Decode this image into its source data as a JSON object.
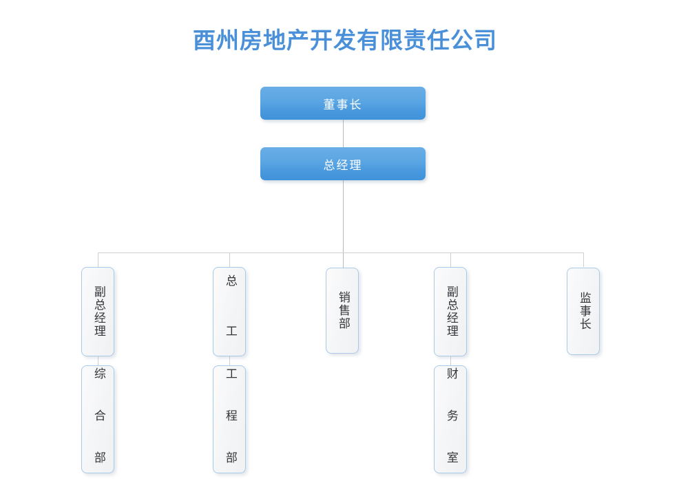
{
  "title": "酉州房地产开发有限责任公司",
  "theme": {
    "title_color": "#4a90d9",
    "exec_box_fill_top": "#69aee6",
    "exec_box_fill_bottom": "#3f91da",
    "exec_box_text": "#ffffff",
    "dept_box_border": "#a8c9e8",
    "dept_box_fill": "#f4f5f6",
    "dept_box_text": "#33353a",
    "connector_color": "#b9b9b9"
  },
  "chart_data": {
    "type": "diagram",
    "diagram_type": "org-chart",
    "title": "酉州房地产开发有限责任公司",
    "nodes": [
      {
        "id": "chairman",
        "label": "董事长",
        "level": 0,
        "style": "exec",
        "orientation": "horizontal"
      },
      {
        "id": "gm",
        "label": "总经理",
        "level": 1,
        "style": "exec",
        "orientation": "horizontal"
      },
      {
        "id": "dgm1",
        "label": "副总经理",
        "level": 2,
        "style": "dept",
        "orientation": "vertical"
      },
      {
        "id": "chiefeng",
        "label": "总 工",
        "level": 2,
        "style": "dept",
        "orientation": "vertical"
      },
      {
        "id": "sales",
        "label": "销售部",
        "level": 2,
        "style": "dept",
        "orientation": "vertical"
      },
      {
        "id": "dgm2",
        "label": "副总经理",
        "level": 2,
        "style": "dept",
        "orientation": "vertical"
      },
      {
        "id": "supervisor",
        "label": "监事长",
        "level": 2,
        "style": "dept",
        "orientation": "vertical"
      },
      {
        "id": "general",
        "label": "综 合 部",
        "level": 3,
        "style": "dept",
        "orientation": "vertical"
      },
      {
        "id": "project",
        "label": "工 程 部",
        "level": 3,
        "style": "dept",
        "orientation": "vertical"
      },
      {
        "id": "finance",
        "label": "财 务 室",
        "level": 3,
        "style": "dept",
        "orientation": "vertical"
      }
    ],
    "edges": [
      {
        "from": "chairman",
        "to": "gm"
      },
      {
        "from": "gm",
        "to": "dgm1"
      },
      {
        "from": "gm",
        "to": "chiefeng"
      },
      {
        "from": "gm",
        "to": "sales"
      },
      {
        "from": "gm",
        "to": "dgm2"
      },
      {
        "from": "gm",
        "to": "supervisor"
      },
      {
        "from": "dgm1",
        "to": "general"
      },
      {
        "from": "chiefeng",
        "to": "project"
      },
      {
        "from": "dgm2",
        "to": "finance"
      }
    ]
  },
  "nodes": {
    "chairman": "董事长",
    "gm": "总经理",
    "dgm1": "副总经理",
    "chiefeng": "总 工",
    "sales": "销售部",
    "dgm2": "副总经理",
    "supervisor": "监事长",
    "general": "综 合 部",
    "project": "工 程 部",
    "finance": "财 务 室"
  }
}
